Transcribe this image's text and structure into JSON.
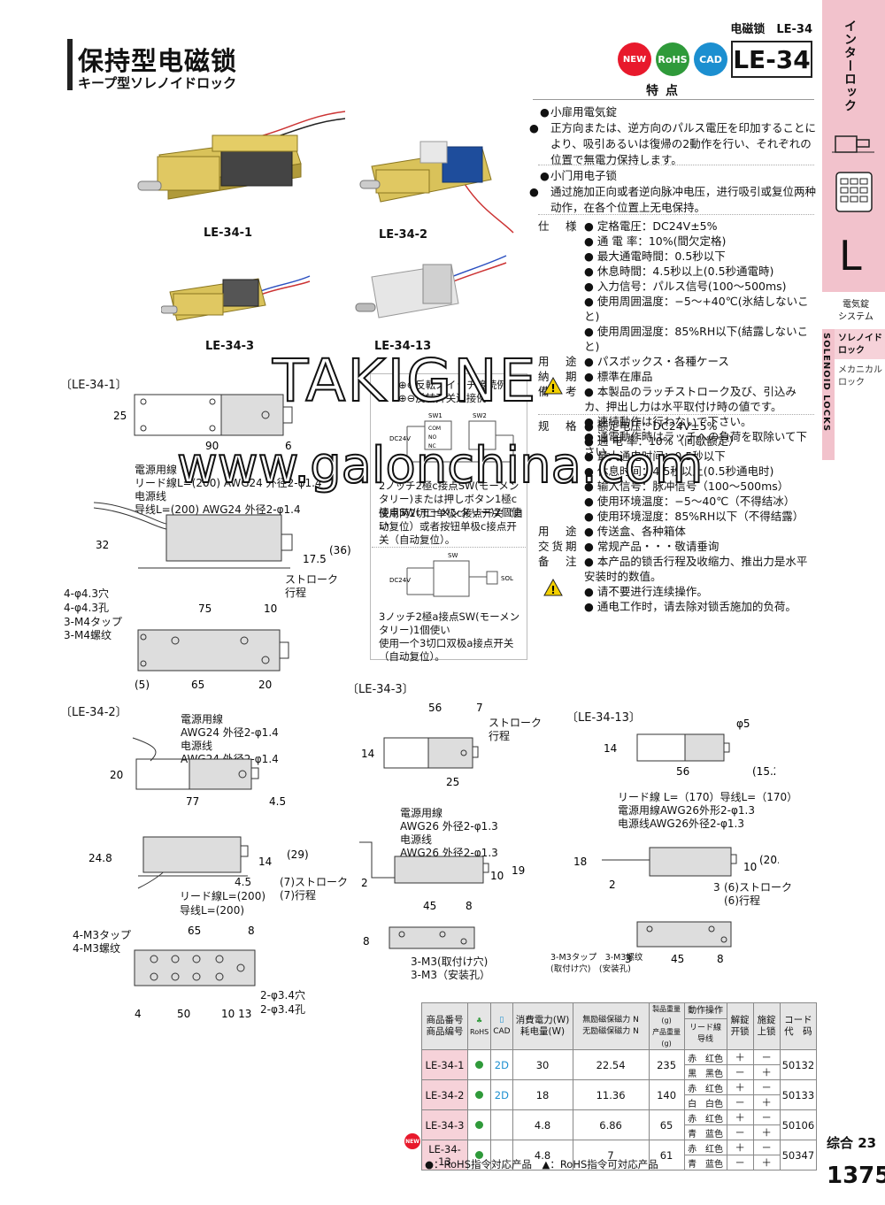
{
  "header": {
    "category": "电磁锁　LE-34",
    "title_cn": "保持型电磁锁",
    "title_jp": "キープ型ソレノイドロック",
    "badge_new": "NEW",
    "badge_rohs": "RoHS",
    "badge_cad": "CAD",
    "model": "LE-34"
  },
  "sidebar": {
    "top_label": "インターロック",
    "big_letter": "L",
    "sys_label": "電気錠\nシステム",
    "sel_label": "ソレノイド\nロック",
    "mech_label": "メカニカル\nロック",
    "lock_label": "SOLENOID LOCKS"
  },
  "features": {
    "title": "特点",
    "jp_head": "小扉用電気錠",
    "jp_desc": "正方向または、逆方向のパルス電圧を印加することにより、吸引あるいは復帰の2動作を行い、それぞれの位置で無電力保持します。",
    "cn_head": "小门用电子锁",
    "cn_desc": "通过施加正向或者逆向脉冲电压，进行吸引或复位两种动作，在各个位置上无电保持。"
  },
  "spec_jp": [
    {
      "k": "仕　様",
      "v": "定格電圧：DC24V±5%"
    },
    {
      "k": "",
      "v": "通 電 率：10%(間欠定格)"
    },
    {
      "k": "",
      "v": "最大通電時間：0.5秒以下"
    },
    {
      "k": "",
      "v": "休息時間：4.5秒以上(0.5秒通電時)"
    },
    {
      "k": "",
      "v": "入力信号：パルス信号(100～500ms)"
    },
    {
      "k": "",
      "v": "使用周囲温度：−5～+40℃(氷結しないこと)"
    },
    {
      "k": "",
      "v": "使用周囲湿度：85%RH以下(結露しないこと)"
    },
    {
      "k": "用　途",
      "v": "パスボックス・各種ケース"
    },
    {
      "k": "納　期",
      "v": "標準在庫品"
    },
    {
      "k": "備　考",
      "v": "本製品のラッチストローク及び、引込みカ、押出し力は水平取付け時の値です。"
    },
    {
      "k": "",
      "v": "連続動作は行わないで下さい。"
    },
    {
      "k": "",
      "v": "通電動作時はラッチへの負荷を取除いて下さい。"
    }
  ],
  "spec_cn": [
    {
      "k": "规　格",
      "v": "额定电压：DC24V±5%"
    },
    {
      "k": "",
      "v": "通 电 率：10%（间歇额定）"
    },
    {
      "k": "",
      "v": "最大通电时间：0.5秒以下"
    },
    {
      "k": "",
      "v": "休息时间：4.5秒以上(0.5秒通电时)"
    },
    {
      "k": "",
      "v": "输入信号：脉冲信号（100～500ms）"
    },
    {
      "k": "",
      "v": "使用环境温度：−5～40℃（不得结冰）"
    },
    {
      "k": "",
      "v": "使用环境湿度：85%RH以下（不得结露）"
    },
    {
      "k": "用　途",
      "v": "传送盒、各种箱体"
    },
    {
      "k": "交货期",
      "v": "常规产品・・・敬请垂询"
    },
    {
      "k": "备　注",
      "v": "本产品的锁舌行程及收缩力、推出力是水平安装时的数值。"
    },
    {
      "k": "",
      "v": "请不要进行连续操作。"
    },
    {
      "k": "",
      "v": "通电工作时，请去除对锁舌施加的负荷。"
    }
  ],
  "photos": {
    "p1": "LE-34-1",
    "p2": "LE-34-2",
    "p3": "LE-34-3",
    "p13": "LE-34-13"
  },
  "drawings": {
    "d1": "〔LE-34-1〕",
    "d2": "〔LE-34-2〕",
    "d3": "〔LE-34-3〕",
    "d13": "〔LE-34-13〕",
    "d1_lead_jp": "電源用線\nリード線L=(200) AWG24 外径2-φ1.4",
    "d1_lead_cn": "电源线\n导线L=(200) AWG24 外径2-φ1.4",
    "d1_stroke": "ストローク\n行程",
    "d1_holes_jp": "4-φ4.3穴",
    "d1_holes_cn": "4-φ4.3孔",
    "d1_tap_jp": "3-M4タップ",
    "d1_tap_cn": "3-M4螺纹",
    "d2_lead": "電源用線\nAWG24 外径2-φ1.4\n电源线\nAWG24 外径2-φ1.4",
    "d2_lead_len_jp": "リード線L=(200)",
    "d2_lead_len_cn": "导线L=(200)",
    "d2_stroke": "(7)ストローク\n(7)行程",
    "d2_tap": "4-M3タップ\n4-M3螺纹",
    "d2_hole_jp": "2-φ3.4穴",
    "d2_hole_cn": "2-φ3.4孔",
    "d3_stroke": "ストローク\n行程",
    "d3_lead": "電源用線\nAWG26 外径2-φ1.3\n电源线\nAWG26 外径2-φ1.3",
    "d3_mount": "3-M3(取付け穴)\n3-M3（安装孔）",
    "d13_lead": "リード線 L=（170）导线L=（170）\n電源用線AWG26外形2-φ1.3\n电源线AWG26外径2-φ1.3",
    "d13_stroke": "(6)ストローク\n(6)行程",
    "d13_mount": "3-M3タップ　3-M3螺纹\n(取付け穴)　(安装孔)"
  },
  "wiring": {
    "legend1": "⊕⊖反転スイッチ接続例",
    "legend2": "⊕⊖反转开关连接例",
    "note_jp1": "2ノッチ2極c接点SW(モーメンタリー)または押しボタン1極c接点SW(モーメンタリー)2個使い",
    "note_cn1": "使用两2切口单极c接点开关（自动复位）或者按钮单极c接点开关（自动复位）。",
    "note_jp2": "3ノッチ2極a接点SW(モーメンタリー)1個使い",
    "note_cn2": "使用一个3切口双极a接点开关（自动复位）。",
    "sw1": "SW1",
    "sw2": "SW2",
    "sw": "SW",
    "dc24v": "DC24V",
    "sol": "SOL",
    "com": "COM",
    "no": "NO",
    "nc": "NC"
  },
  "table": {
    "headers": {
      "code_jp": "商品番号",
      "code_cn": "商品编号",
      "rohs": "RoHS",
      "cad": "CAD",
      "power_jp": "消費電力(W)",
      "power_cn": "耗电量(W)",
      "hold_jp": "無励磁保磁力 N",
      "hold_cn": "无励磁保磁力 N",
      "weight_jp": "製品重量(g)",
      "weight_cn": "产品重量(g)",
      "action_jp": "動作操作",
      "lead_jp": "リード線",
      "lead_cn": "导线",
      "release_jp": "解錠",
      "release_cn": "开锁",
      "lock_jp": "施錠",
      "lock_cn": "上锁",
      "ccode_jp": "コード",
      "ccode_cn": "代　码"
    },
    "rows": [
      {
        "code": "LE-34-1",
        "cad": "2D",
        "power": "30",
        "hold": "22.54",
        "weight": "235",
        "lead_a": "赤　红色",
        "lead_b": "黒　黑色",
        "rel_a": "＋",
        "rel_b": "－",
        "lock_a": "－",
        "lock_b": "＋",
        "ccode": "50132"
      },
      {
        "code": "LE-34-2",
        "cad": "2D",
        "power": "18",
        "hold": "11.36",
        "weight": "140",
        "lead_a": "赤　红色",
        "lead_b": "白　白色",
        "rel_a": "＋",
        "rel_b": "－",
        "lock_a": "－",
        "lock_b": "＋",
        "ccode": "50133"
      },
      {
        "code": "LE-34-3",
        "cad": "",
        "power": "4.8",
        "hold": "6.86",
        "weight": "65",
        "lead_a": "赤　红色",
        "lead_b": "青　蓝色",
        "rel_a": "＋",
        "rel_b": "－",
        "lock_a": "－",
        "lock_b": "＋",
        "ccode": "50106"
      },
      {
        "code": "LE-34-13",
        "cad": "",
        "power": "4.8",
        "hold": "7",
        "weight": "61",
        "lead_a": "赤　红色",
        "lead_b": "青　蓝色",
        "rel_a": "＋",
        "rel_b": "－",
        "lock_a": "－",
        "lock_b": "＋",
        "ccode": "50347"
      }
    ],
    "legend": "●：RoHS指令対応产品　▲：RoHS指令可対応产品"
  },
  "footer": {
    "category": "综合 23",
    "page": "1375"
  },
  "watermark": {
    "line1": "TAKIGNE",
    "line2": "www.galonchina.com"
  },
  "colors": {
    "pink": "#f6d2d9",
    "new_red": "#e8192c",
    "rohs_green": "#2f9a3a",
    "cad_blue": "#1c8fd0"
  }
}
